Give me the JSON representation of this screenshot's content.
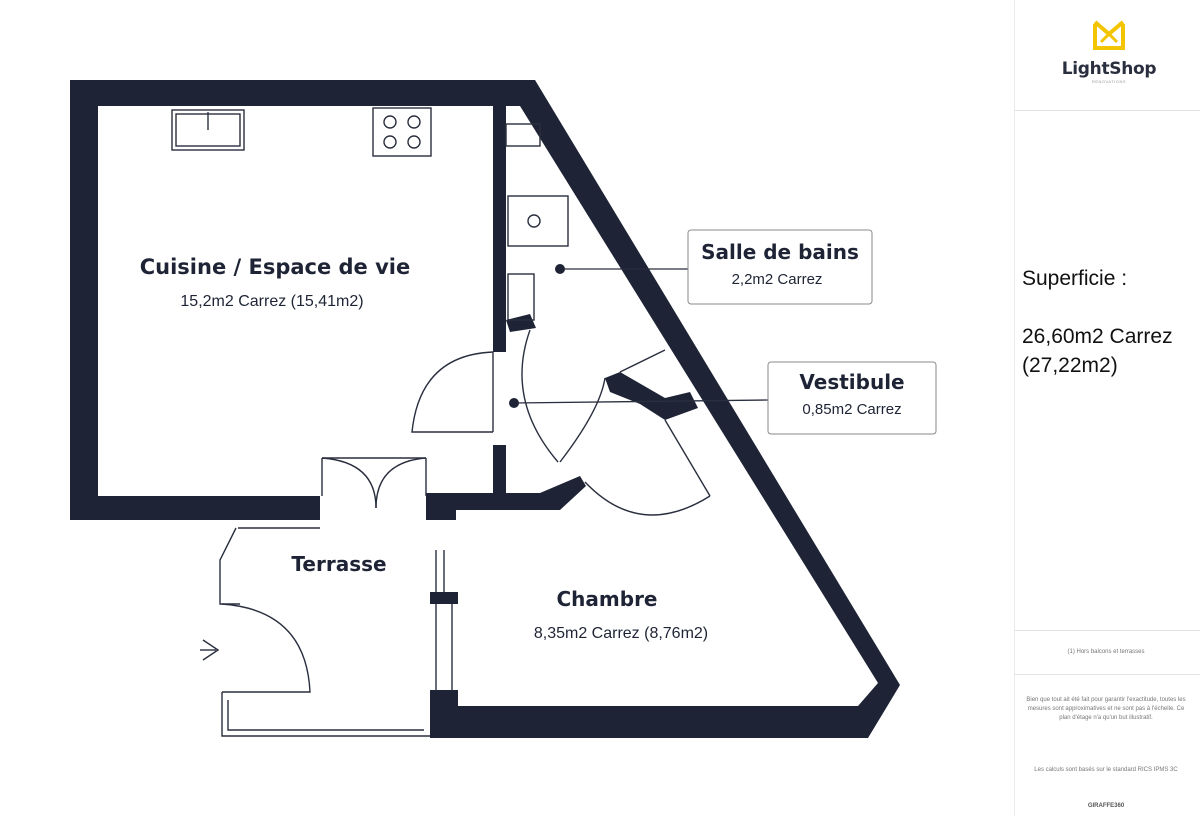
{
  "rooms": {
    "cuisine": {
      "name": "Cuisine / Espace de vie",
      "area": "15,2m2 Carrez (15,41m2)"
    },
    "salle_de_bains": {
      "name": "Salle de bains",
      "area": "2,2m2 Carrez"
    },
    "vestibule": {
      "name": "Vestibule",
      "area": "0,85m2 Carrez"
    },
    "terrasse": {
      "name": "Terrasse"
    },
    "chambre": {
      "name": "Chambre",
      "area": "8,35m2 Carrez (8,76m2)"
    }
  },
  "sidebar": {
    "logo": {
      "text": "LightShop",
      "sub": "RENOVATIONS"
    },
    "superficie_label": "Superficie :",
    "superficie_value": "26,60m2 Carrez",
    "superficie_total": "(27,22m2)",
    "note": "(1) Hors balcons et terrasses",
    "disclaimer": "Bien que tout ait été fait pour garantir l'exactitude, toutes les mesures sont approximatives et ne sont pas à l'échelle. Ce plan d'étage n'a qu'un but illustratif.",
    "standard": "Les calculs sont basés sur le standard RICS IPMS 3C",
    "credit": "GIRAFFE360"
  },
  "colors": {
    "wall": "#1e2435",
    "line": "#2a2f3f",
    "logo_accent": "#f2c500"
  }
}
